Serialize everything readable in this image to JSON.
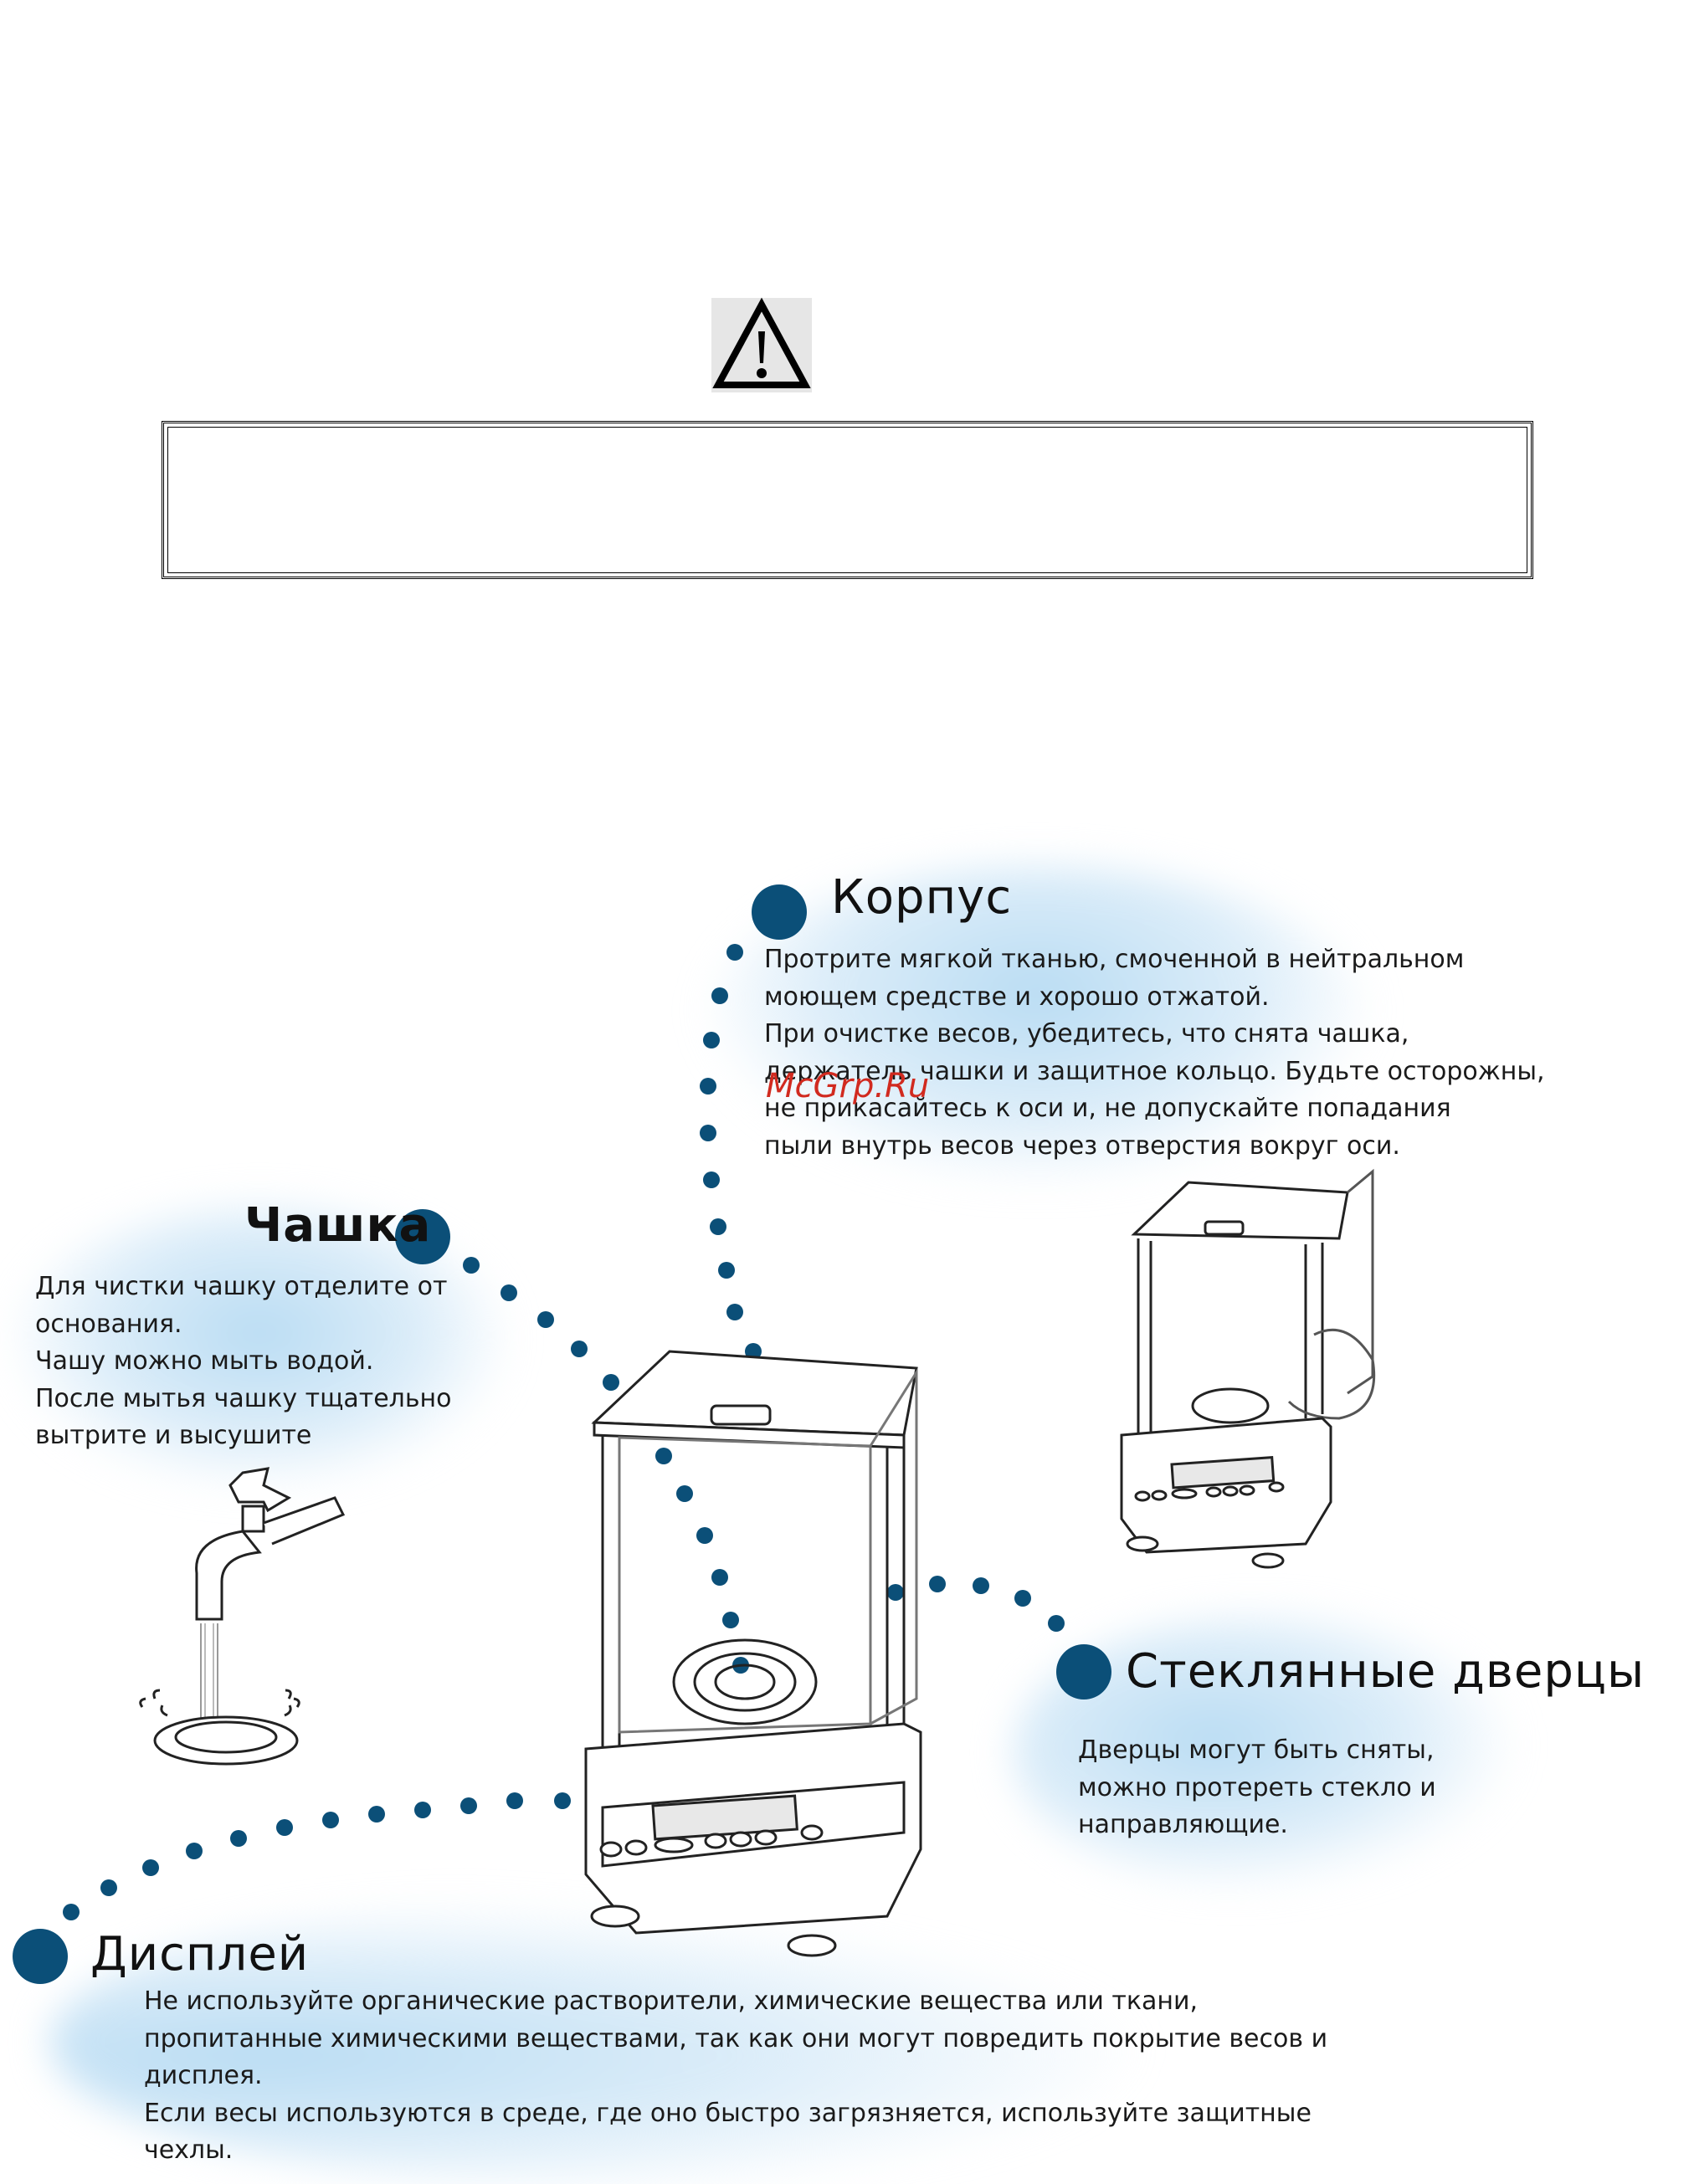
{
  "sections": {
    "body": {
      "title": "Корпус",
      "text": "Протрите мягкой тканью, смоченной в нейтральном\n моющем средстве и хорошо отжатой.\nПри очистке весов, убедитесь, что снята чашка,\nдержатель чашки и защитное кольцо. Будьте осторожны,\nне прикасайтесь к оси и, не допускайте попадания\nпыли внутрь весов через отверстия вокруг оси."
    },
    "pan": {
      "title": "Чашка",
      "text": "Для чистки чашку отделите от\nоснования.\nЧашу можно мыть водой.\nПосле мытья чашку тщательно\nвытрите и высушите"
    },
    "doors": {
      "title": "Стеклянные дверцы",
      "text": "Дверцы могут быть сняты,\nможно протереть стекло и\nнаправляющие."
    },
    "display": {
      "title": "Дисплей",
      "text": "Не используйте органические растворители, химические вещества или ткани,\nпропитанные химическими веществами, так как они могут повредить покрытие весов и\nдисплея.\nЕсли весы используются в среде, где оно быстро загрязняется, используйте защитные\nчехлы."
    }
  },
  "watermark": "McGrp.Ru",
  "colors": {
    "accent_dot": "#0b4f78",
    "glow": "#bfe0f5",
    "watermark": "#d12a1f"
  },
  "icons": {
    "warning": "warning-triangle-icon",
    "faucet": "faucet-washing-pan-illustration",
    "balance_main": "analytical-balance-illustration",
    "balance_open": "analytical-balance-open-door-illustration"
  }
}
